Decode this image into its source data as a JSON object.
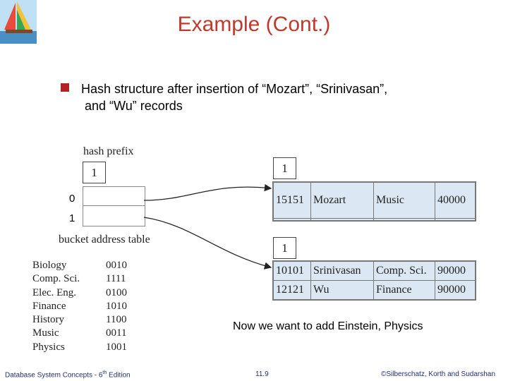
{
  "title": "Example (Cont.)",
  "bullet_line1": "Hash structure after insertion of “Mozart”, “Srinivasan”,",
  "bullet_line2": "and “Wu” records",
  "hash_prefix_label": "hash prefix",
  "global_depth": "1",
  "bucket_address_table": {
    "label": "bucket address table",
    "indices": [
      "0",
      "1"
    ]
  },
  "buckets": [
    {
      "local_depth": "1",
      "records": [
        [
          "15151",
          "Mozart",
          "Music",
          "40000"
        ],
        [
          "",
          "",
          "",
          ""
        ]
      ]
    },
    {
      "local_depth": "1",
      "records": [
        [
          "10101",
          "Srinivasan",
          "Comp. Sci.",
          "90000"
        ],
        [
          "12121",
          "Wu",
          "Finance",
          "90000"
        ]
      ]
    }
  ],
  "dept_hash_list": [
    {
      "dept": "Biology",
      "hash": "0010"
    },
    {
      "dept": "Comp. Sci.",
      "hash": "1111"
    },
    {
      "dept": "Elec. Eng.",
      "hash": "0100"
    },
    {
      "dept": "Finance",
      "hash": "1010"
    },
    {
      "dept": "History",
      "hash": "1100"
    },
    {
      "dept": "Music",
      "hash": "0011"
    },
    {
      "dept": "Physics",
      "hash": "1001"
    }
  ],
  "note": "Now we want to add Einstein, Physics",
  "footer": {
    "left_main": "Database System Concepts - 6",
    "left_sup": "th",
    "left_end": " Edition",
    "center": "11.9",
    "right": "©Silberschatz, Korth and Sudarshan"
  },
  "colors": {
    "title": "#c0392b",
    "bullet": "#b22222",
    "bucket_fill": "#dbe8f3",
    "footer_text": "#1f2f6f"
  }
}
